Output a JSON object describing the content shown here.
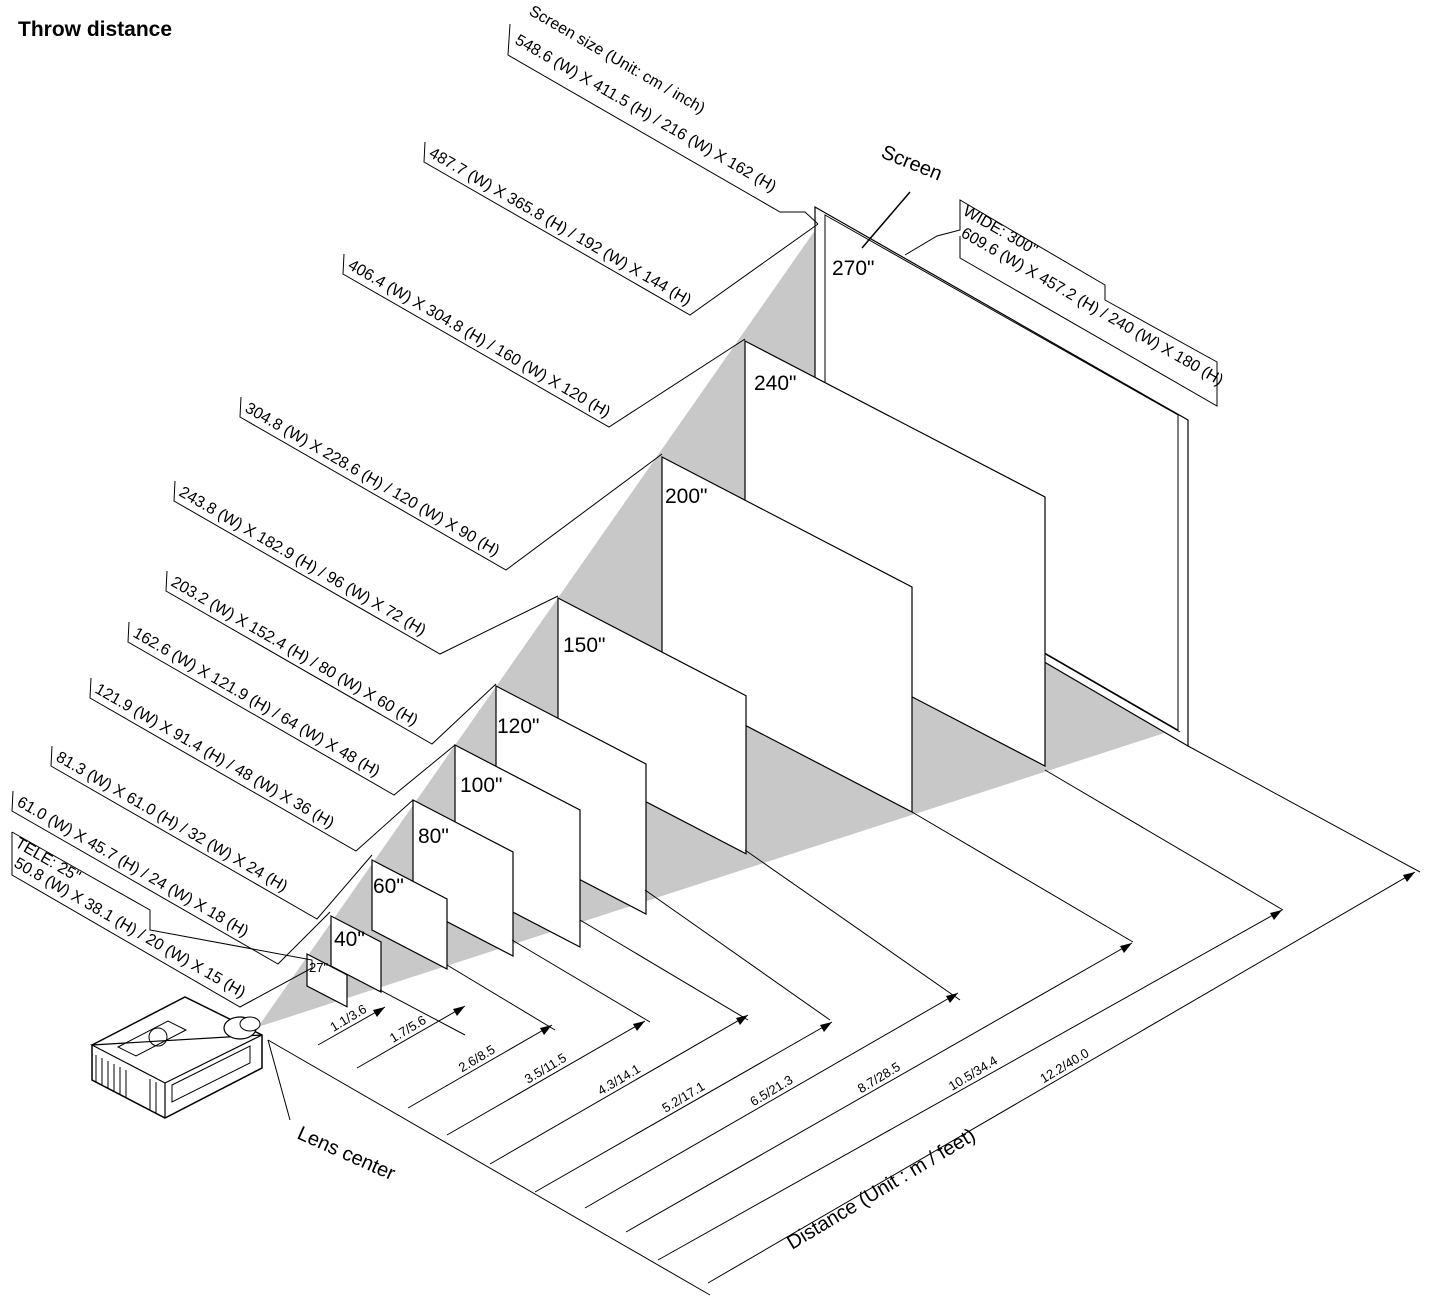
{
  "title": "Throw distance",
  "screen_size_heading": "Screen size (Unit: cm / inch)",
  "screen_label": "Screen",
  "lens_center_label": "Lens center",
  "distance_axis_label": "Distance (Unit : m / feet)",
  "screens": [
    {
      "size": "27\"",
      "dims": "",
      "distance": ""
    },
    {
      "size": "40\"",
      "dims": "61.0 (W) X 45.7 (H) / 24 (W) X 18 (H)",
      "distance": "1.1/3.6"
    },
    {
      "size": "60\"",
      "dims": "81.3 (W) X 61.0 (H) / 32 (W) X 24 (H)",
      "distance": "1.7/5.6"
    },
    {
      "size": "80\"",
      "dims": "121.9 (W) X 91.4 (H) / 48 (W) X 36 (H)",
      "distance": "2.6/8.5"
    },
    {
      "size": "100\"",
      "dims": "162.6 (W) X 121.9 (H) / 64 (W) X 48 (H)",
      "distance": "3.5/11.5"
    },
    {
      "size": "120\"",
      "dims": "203.2 (W) X 152.4 (H) / 80 (W) X 60 (H)",
      "distance": "4.3/14.1"
    },
    {
      "size": "150\"",
      "dims": "243.8 (W) X 182.9 (H) / 96 (W) X 72 (H)",
      "distance": "5.2/17.1"
    },
    {
      "size": "200\"",
      "dims": "304.8 (W) X 228.6 (H) / 120 (W) X 90 (H)",
      "distance": "6.5/21.3"
    },
    {
      "size": "240\"",
      "dims": "406.4 (W) X 304.8 (H) / 160 (W) X 120 (H)",
      "distance": "8.7/28.5"
    },
    {
      "size": "270\"",
      "dims": "487.7 (W) X 365.8 (H) / 192 (W) X 144 (H)",
      "distance": "10.5/34.4"
    }
  ],
  "top_dims": "548.6 (W) X 411.5 (H) / 216 (W) X 162 (H)",
  "wide": {
    "label": "WIDE: 300\"",
    "dims": "609.6 (W) X 457.2 (H) / 240 (W) X 180 (H)",
    "distance": "12.2/40.0"
  },
  "tele": {
    "label": "TELE: 25\"",
    "dims": "50.8 (W) X 38.1 (H) / 20 (W) X 15 (H)"
  }
}
